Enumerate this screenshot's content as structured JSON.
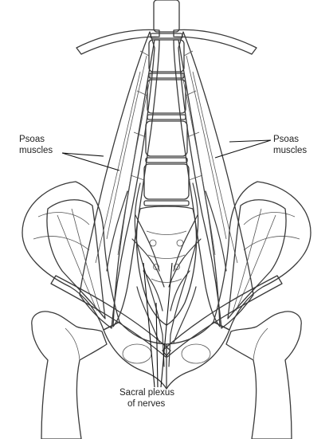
{
  "labels": {
    "psoas_left": [
      "Psoas",
      "muscles"
    ],
    "psoas_right": [
      "Psoas",
      "muscles"
    ],
    "sacral": [
      "Sacral plexus",
      "of nerves"
    ]
  },
  "colors": {
    "bone": "#e3e3e3",
    "muscle": "#c9c9c9",
    "muscle_dark": "#8e8e8e",
    "nerve": "#f4f4f4",
    "outline": "#3a3a3a",
    "background": "#ffffff"
  }
}
